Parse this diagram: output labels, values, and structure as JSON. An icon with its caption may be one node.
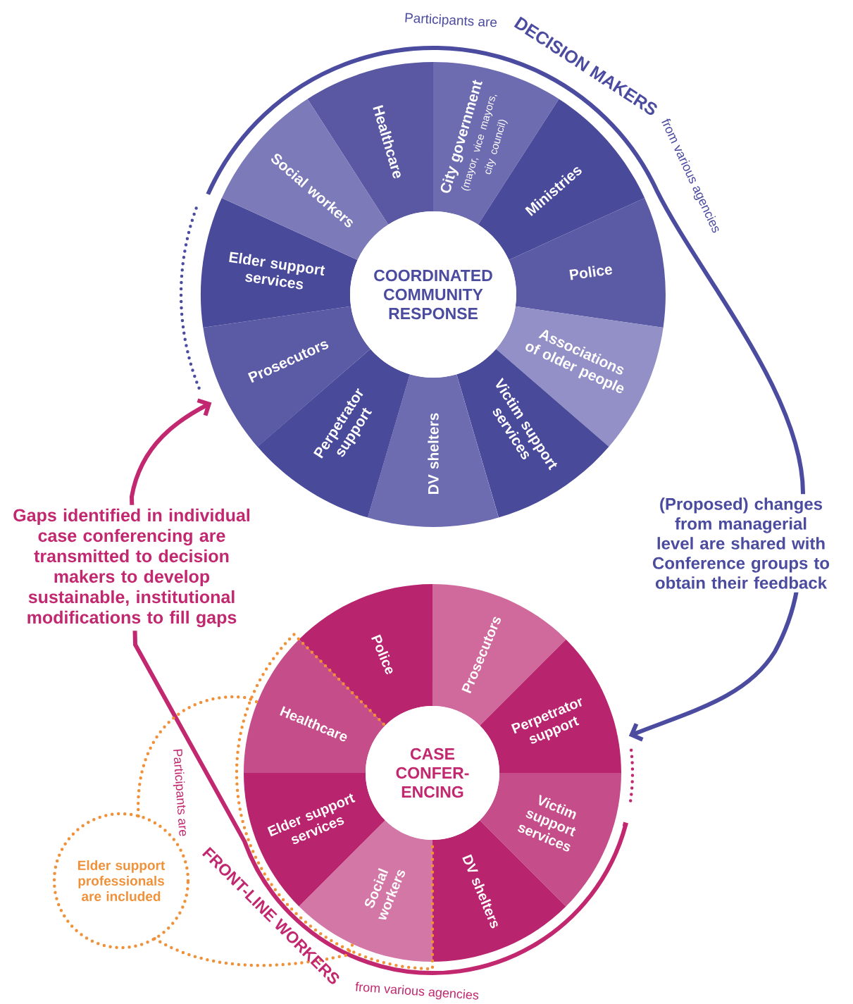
{
  "diagram": {
    "nodes": [
      {
        "text": [],
        "shape": "circle"
      },
      {
        "text": [
          "COORDINATED COMMUNITY RESPONSE"
        ],
        "in": 0
      },
      {
        "text": [
          "Healthcare"
        ],
        "in": 0
      },
      {
        "text": [
          "City government",
          "(mayor, vice mayors, city council)"
        ],
        "in": 0
      },
      {
        "text": [
          "Ministries"
        ],
        "in": 0
      },
      {
        "text": [
          "Police"
        ],
        "in": 0
      },
      {
        "text": [
          "Associations of older people"
        ],
        "in": 0
      },
      {
        "text": [
          "Victim support services"
        ],
        "in": 0
      },
      {
        "text": [
          "DV shelters"
        ],
        "in": 0
      },
      {
        "text": [
          "Perpetrator support"
        ],
        "in": 0
      },
      {
        "text": [
          "Prosecutors"
        ],
        "in": 0
      },
      {
        "text": [
          "Elder support services"
        ],
        "in": 0
      },
      {
        "text": [
          "Social workers"
        ],
        "in": 0
      },
      {
        "text": [],
        "shape": "circle"
      },
      {
        "text": [
          "CASE CONFER- ENCING"
        ],
        "in": 13
      },
      {
        "text": [
          "Police"
        ],
        "in": 13
      },
      {
        "text": [
          "Prosecutors"
        ],
        "in": 13
      },
      {
        "text": [
          "Perpetrator support"
        ],
        "in": 13
      },
      {
        "text": [
          "Victim support services"
        ],
        "in": 13
      },
      {
        "text": [
          "DV shelters"
        ],
        "in": 13
      },
      {
        "text": [
          "Social workers"
        ],
        "in": 13
      },
      {
        "text": [
          "Elder support services"
        ],
        "in": 13
      },
      {
        "text": [
          "Healthcare"
        ],
        "in": 13
      },
      {
        "text": [
          "Elder support professionals are included"
        ]
      }
    ],
    "edges": [
      {
        "from": 13,
        "to": 0,
        "arrow": "to",
        "color": "#c2286f",
        "label": "Gaps identified in individual case conferencing are transmitted to decision makers to develop sustainable, institutional modifications to fill gaps"
      },
      {
        "from": 0,
        "to": 13,
        "arrow": "to",
        "color": "#4b4ba0",
        "label": "(Proposed) changes from managerial level are shared with Conference groups to obtain their feedback"
      },
      {
        "from": 23,
        "to": 13,
        "arrow": "none",
        "style": "dashed",
        "color": "#f0913a"
      },
      {
        "from": 23,
        "to": 13,
        "arrow": "none",
        "style": "dashed",
        "color": "#f0913a"
      }
    ],
    "labels": [
      "Participants are",
      "DECISION MAKERS",
      "from various agencies",
      "Participants are",
      "FRONT-LINE WORKERS",
      "from various agencies"
    ]
  }
}
